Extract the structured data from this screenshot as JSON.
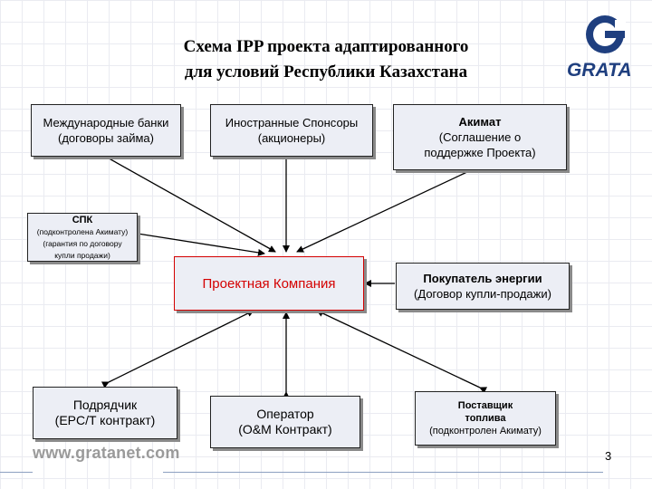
{
  "title": {
    "line1": "Схема IPP проекта адаптированного",
    "line2": "для условий Республики Казахстана"
  },
  "logo": {
    "text": "GRATA"
  },
  "boxes": {
    "banks": {
      "line1": "Международные банки",
      "line2": "(договоры займа)"
    },
    "sponsors": {
      "line1": "Иностранные Спонсоры",
      "line2": "(акционеры)"
    },
    "akimat": {
      "line1": "Акимат",
      "line2": "(Соглашение о",
      "line3": "поддержке Проекта)"
    },
    "spk": {
      "line1": "СПК",
      "line2": "(подконтролена Акимату)",
      "line3": "(гарантия по договору",
      "line4": "купли продажи)"
    },
    "project_company": {
      "line1": "Проектная Компания"
    },
    "buyer": {
      "line1": "Покупатель энергии",
      "line2": "(Договор купли-продажи)"
    },
    "contractor": {
      "line1": "Подрядчик",
      "line2": "(EPC/T  контракт)"
    },
    "operator": {
      "line1": "Оператор",
      "line2": "(O&M Контракт)"
    },
    "fuel": {
      "line1": "Поставщик",
      "line2": "топлива",
      "line3": "(подконтролен Акимату)"
    }
  },
  "footer": {
    "url": "www.gratanet.com",
    "page": "3"
  },
  "colors": {
    "box_fill": "#eceef5",
    "accent_red": "#d40000",
    "logo_blue": "#1f3f7f"
  }
}
